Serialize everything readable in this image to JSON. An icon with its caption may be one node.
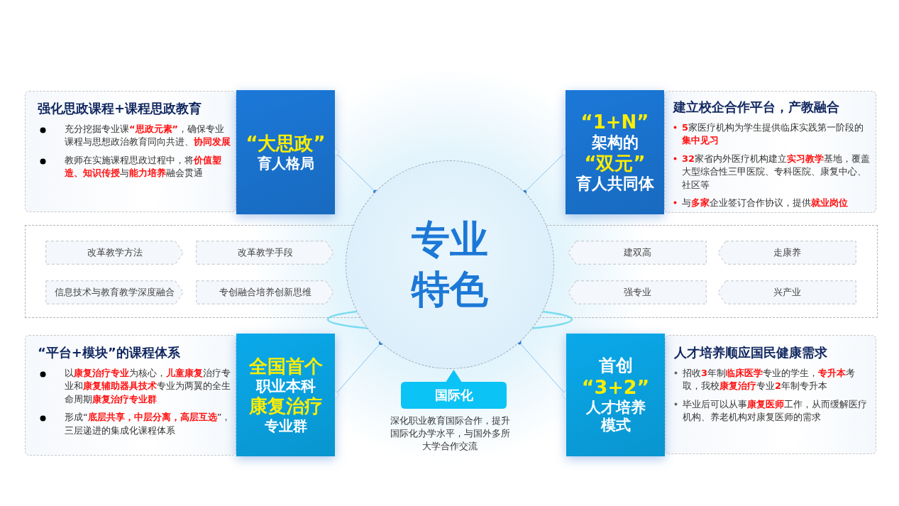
{
  "diagram": {
    "nodes": [
      {
        "text": [
          "强化思政课程+课程思政教育",
          "充分挖掘专业课**“思政元素”**，确保专业课程与思想政治教育同向共进、**协同发展**",
          "教师在实施课程思政过程中，将**价值塑造、知识传授**与**能力培养**融会贯通"
        ]
      },
      {
        "text": [
          "“大思政”",
          "育人格局"
        ]
      },
      {
        "text": [
          "“1+N”",
          "架构的",
          "“双元”",
          "育人共同体"
        ]
      },
      {
        "text": [
          "建立校企合作平台，产教融合",
          "**5**家医疗机构为学生提供临床实践第一阶段的**集中见习**",
          "**32**家省内外医疗机构建立**实习教学**基地，覆盖大型综合性三甲医院、专科医院、康复中心、社区等",
          "与**多家**企业签订合作协议，提供**就业岗位**"
        ]
      },
      {
        "text": [
          "专业特色"
        ]
      },
      {
        "text": [],
        "shape": "box"
      },
      {
        "text": [
          "改革教学方法"
        ],
        "in": 5
      },
      {
        "text": [
          "改革教学手段"
        ],
        "in": 5
      },
      {
        "text": [
          "信息技术与教育教学深度融合"
        ],
        "in": 5
      },
      {
        "text": [
          "专创融合培养创新思维"
        ],
        "in": 5
      },
      {
        "text": [
          "建双高"
        ],
        "in": 5
      },
      {
        "text": [
          "走康养"
        ],
        "in": 5
      },
      {
        "text": [
          "强专业"
        ],
        "in": 5
      },
      {
        "text": [
          "兴产业"
        ],
        "in": 5
      },
      {
        "text": [
          "“平台+模块”的课程体系",
          "以**康复治疗专业**为核心，**儿童康复**治疗专业和**康复辅助器具技术**专业为两翼的全生命周期**康复治疗专业群**",
          "形成“**底层共享，中层分离，高层互选**”，三层递进的集成化课程体系"
        ]
      },
      {
        "text": [
          "全国首个",
          "职业本科",
          "康复治疗",
          "专业群"
        ]
      },
      {
        "text": [
          "首创",
          "“3+2”",
          "人才培养",
          "模式"
        ]
      },
      {
        "text": [
          "人才培养顺应国民健康需求",
          "招收**3**年制**临床医学**专业的学生，**专升本**考取，我校**康复治疗**专业**2**年制专升本",
          "毕业后可以从事**康复医师**工作，从而缓解医疗机构、养老机构对康复医师的需求"
        ]
      },
      {
        "text": [
          "国际化"
        ],
        "beside": [
          "深化职业教育国际合作，提升国际化办学水平，与国外多所大学合作交流"
        ]
      }
    ],
    "edges": [
      {
        "from": 1,
        "to": 4,
        "arrow": "other"
      },
      {
        "from": 2,
        "to": 4,
        "arrow": "other"
      },
      {
        "from": 15,
        "to": 4,
        "arrow": "other"
      },
      {
        "from": 16,
        "to": 4,
        "arrow": "other"
      }
    ]
  }
}
